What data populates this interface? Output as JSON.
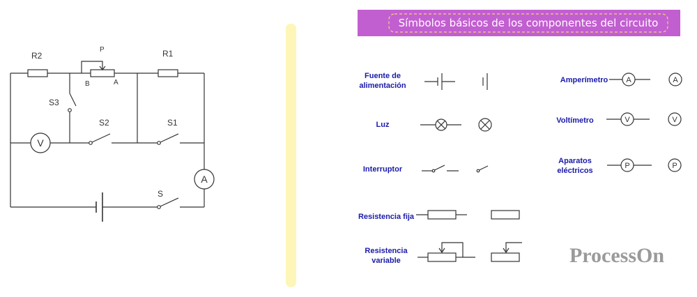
{
  "circuit": {
    "labels": {
      "r2": "R2",
      "r1": "R1",
      "p": "P",
      "b": "B",
      "a": "A",
      "s3": "S3",
      "s2": "S2",
      "s1": "S1",
      "s": "S",
      "voltmeter": "V",
      "ammeter": "A"
    }
  },
  "legend": {
    "title": "Símbolos básicos de los componentes del circuito",
    "power_source": [
      "Fuente de",
      "alimentación"
    ],
    "lamp": "Luz",
    "switch": "Interruptor",
    "fixed_resistor": "Resistencia fija",
    "variable_resistor": [
      "Resistencia",
      "variable"
    ],
    "ammeter": "Amperímetro",
    "ammeter_symbol": "A",
    "voltmeter": "Voltímetro",
    "voltmeter_symbol": "V",
    "appliance": [
      "Aparatos",
      "eléctricos"
    ],
    "appliance_symbol": "P"
  },
  "brand": "ProcessOn",
  "colors": {
    "wire": "#333333",
    "label_blue": "#1a1aaa",
    "header_bg": "#c25fd0",
    "header_border": "#f3d37a",
    "divider": "#fdf6b8",
    "brand_gray": "#9a9a9a"
  }
}
